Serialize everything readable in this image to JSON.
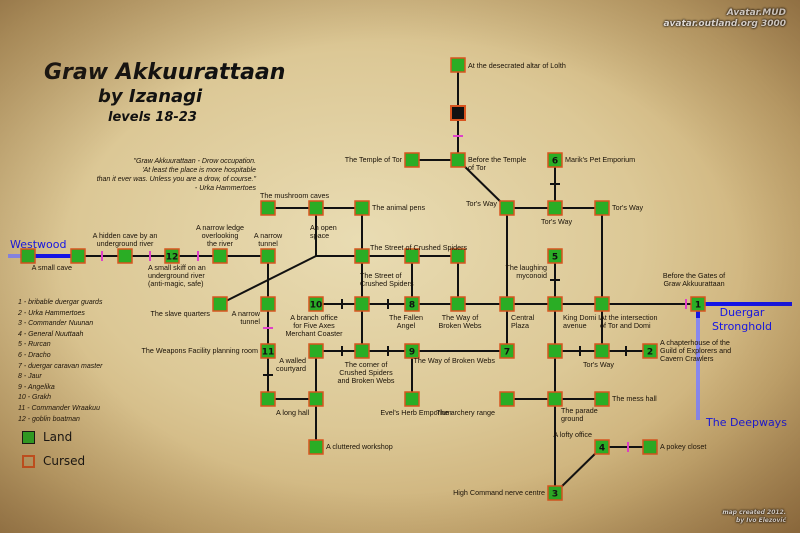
{
  "header": {
    "title": "Graw Akkuurattaan",
    "author": "by Izanagi",
    "levels": "levels 18-23",
    "site_line1": "Avatar.MUD",
    "site_line2": "avatar.outland.org 3000",
    "credit_line1": "map created 2012.",
    "credit_line2": "by Ivo Elezović"
  },
  "quote": {
    "line1": "\"Graw Akkuurattaan - Drow occupation.",
    "line2": "'At least the place is more hospitable",
    "line3": "than it ever was. Unless you are a drow, of course.\"",
    "line4": "- Urka Hammertoes"
  },
  "mob_list": [
    "1 - bribable duergar guards",
    "2 - Urka Hammertoes",
    "3 - Commander Nuunan",
    "4 - General Nuuttaah",
    "5 - Rurcan",
    "6 - Dracho",
    "7 - duergar caravan master",
    "8 - Jaur",
    "9 - Angelika",
    "10 - Grakh",
    "11 - Commander Wraakuu",
    "12 - goblin boatman"
  ],
  "legend": {
    "land": "Land",
    "cursed": "Cursed"
  },
  "exits": {
    "west": "Westwood",
    "east_line1": "Duergar",
    "east_line2": "Stronghold",
    "south": "The Deepways"
  },
  "colors": {
    "land": "#2aad25",
    "cursed_border": "#d8541f",
    "door": "#e040c8",
    "exit_line": "#1414e6",
    "exit_line_light": "#8888ee",
    "path": "#111111"
  },
  "rooms": [
    {
      "id": "altar",
      "label": "At the desecrated altar of Lolth"
    },
    {
      "id": "cursed",
      "label": "",
      "cursed": true
    },
    {
      "id": "before_temple",
      "label": "Before the Temple\nof Tor"
    },
    {
      "id": "temple",
      "label": "The Temple of Tor"
    },
    {
      "id": "marik",
      "label": "Marik's Pet Emporium",
      "mob": "6"
    },
    {
      "id": "torsway1",
      "label": "Tor's Way"
    },
    {
      "id": "torsway2",
      "label": "Tor's Way"
    },
    {
      "id": "torsway3",
      "label": "Tor's Way"
    },
    {
      "id": "mushroom",
      "label": "The mushroom caves"
    },
    {
      "id": "animalpens",
      "label": "The animal pens"
    },
    {
      "id": "openspace",
      "label": "An open\nspace"
    },
    {
      "id": "crushed1",
      "label": "The Street of Crushed Spiders"
    },
    {
      "id": "crushed_mid",
      "label": ""
    },
    {
      "id": "crushed_end",
      "label": ""
    },
    {
      "id": "rurcan",
      "label": "The laughing\nmyconoid",
      "mob": "5"
    },
    {
      "id": "westwood_edge",
      "label": ""
    },
    {
      "id": "smallcave",
      "label": "A small cave"
    },
    {
      "id": "hiddencave",
      "label": "A hidden cave by an\nunderground river"
    },
    {
      "id": "skiff",
      "label": "A small skiff on an\nunderground river\n(anti-magic, safe)",
      "mob": "12"
    },
    {
      "id": "ledge",
      "label": "A narrow ledge\noverlooking\nthe river"
    },
    {
      "id": "tunnel1",
      "label": "A narrow\ntunnel"
    },
    {
      "id": "slave",
      "label": "The slave quarters"
    },
    {
      "id": "tunnel2",
      "label": "A narrow\ntunnel"
    },
    {
      "id": "weapons",
      "label": "The Weapons Facility planning room",
      "mob": "11"
    },
    {
      "id": "grakh",
      "label": "A branch office\nfor Five Axes\nMerchant Coaster",
      "mob": "10"
    },
    {
      "id": "crushed2",
      "label": "The Street of\nCrushed Spiders"
    },
    {
      "id": "fallen",
      "label": "The Fallen\nAngel",
      "mob": "8"
    },
    {
      "id": "brokenwebs1",
      "label": "The Way of\nBroken Webs"
    },
    {
      "id": "central",
      "label": "Central\nPlaza"
    },
    {
      "id": "kingdomi",
      "label": "King Domi I\navenue"
    },
    {
      "id": "torsdomi",
      "label": "At the intersection\nof Tor and Domi"
    },
    {
      "id": "gates",
      "label": "Before the Gates of\nGraw Akkuurattaan",
      "mob": "1"
    },
    {
      "id": "walled",
      "label": "A walled\ncourtyard"
    },
    {
      "id": "corner",
      "label": "The corner of\nCrushed Spiders\nand Broken Webs"
    },
    {
      "id": "angelika",
      "label": "",
      "mob": "9"
    },
    {
      "id": "brokenwebs2",
      "label": "The Way of Broken Webs",
      "mob": "7"
    },
    {
      "id": "kd_south",
      "label": ""
    },
    {
      "id": "torsway4",
      "label": "Tor's Way"
    },
    {
      "id": "chapterhouse",
      "label": "A chapterhouse of the\nGuild of Explorers and\nCavern Crawlers",
      "mob": "2"
    },
    {
      "id": "longhall",
      "label": "A long hall"
    },
    {
      "id": "longhall2",
      "label": ""
    },
    {
      "id": "evels",
      "label": "Evel's Herb Emporium"
    },
    {
      "id": "archery",
      "label": "The archery range"
    },
    {
      "id": "parade",
      "label": "The parade\nground"
    },
    {
      "id": "messhall",
      "label": "The mess hall"
    },
    {
      "id": "workshop",
      "label": "A cluttered workshop"
    },
    {
      "id": "lofty",
      "label": "A lofty office",
      "mob": "4"
    },
    {
      "id": "pokey",
      "label": "A pokey closet"
    },
    {
      "id": "hq",
      "label": "High Command nerve centre",
      "mob": "3"
    }
  ]
}
